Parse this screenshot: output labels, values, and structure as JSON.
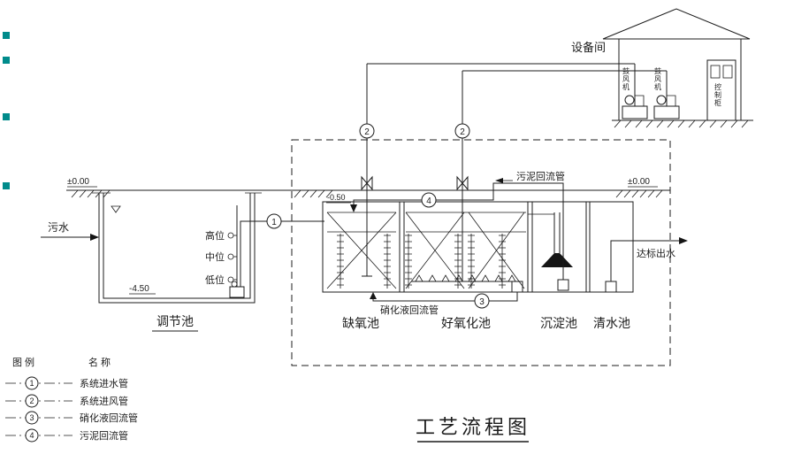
{
  "title": "工艺流程图",
  "colors": {
    "accent": "#008b8b",
    "line": "#1c1c1c"
  },
  "equipment_room": {
    "label": "设备间",
    "blower_left": "鼓风机",
    "blower_right": "鼓风机",
    "control_cabinet": "控制柜"
  },
  "elevations": {
    "ground_left": "±0.00",
    "ground_right": "±0.00",
    "tank_top": "-0.50",
    "reg_tank_bottom": "-4.50"
  },
  "regulation_tank": {
    "name": "调节池",
    "inlet_label": "污水",
    "level_high": "高位",
    "level_mid": "中位",
    "level_low": "低位"
  },
  "process_tanks": {
    "anoxic": "缺氧池",
    "aerobic": "好氧化池",
    "sedimentation": "沉淀池",
    "clearwater": "清水池"
  },
  "flow_labels": {
    "sludge_return": "污泥回流管",
    "nitrified_return": "硝化液回流管",
    "effluent": "达标出水"
  },
  "markers": {
    "m1": "1",
    "m2": "2",
    "m3": "3",
    "m4": "4"
  },
  "legend": {
    "col_symbol": "图 例",
    "col_name": "名  称",
    "items": [
      {
        "num": "1",
        "name": "系统进水管"
      },
      {
        "num": "2",
        "name": "系统进风管"
      },
      {
        "num": "3",
        "name": "硝化液回流管"
      },
      {
        "num": "4",
        "name": "污泥回流管"
      }
    ]
  }
}
